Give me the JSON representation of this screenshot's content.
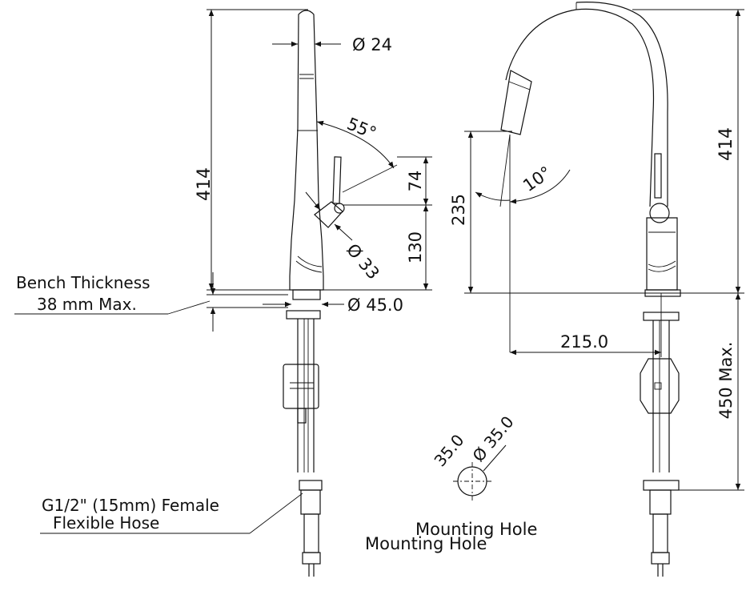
{
  "side_view": {
    "height_label": "414",
    "spout_diameter_label": "Ø 24",
    "lever_angle_label": "55°",
    "lever_rise_label": "74",
    "handle_height_label": "130",
    "handle_diameter_label": "Ø 33",
    "base_diameter_label": "Ø 45.0",
    "bench_label_line1": "Bench Thickness",
    "bench_label_line2": "38 mm Max.",
    "hose_label_line1": "G1/2\" (15mm) Female",
    "hose_label_line2": "Flexible Hose"
  },
  "front_view": {
    "height_label": "414",
    "spray_height_label": "235",
    "spray_angle_label": "10°",
    "reach_label": "215.0",
    "below_bench_label": "450 Max."
  },
  "mounting_hole": {
    "size_label": "35.0",
    "diameter_label": "Ø 35.0",
    "caption": "Mounting Hole",
    "caption_echo": "Mounting Hole"
  }
}
